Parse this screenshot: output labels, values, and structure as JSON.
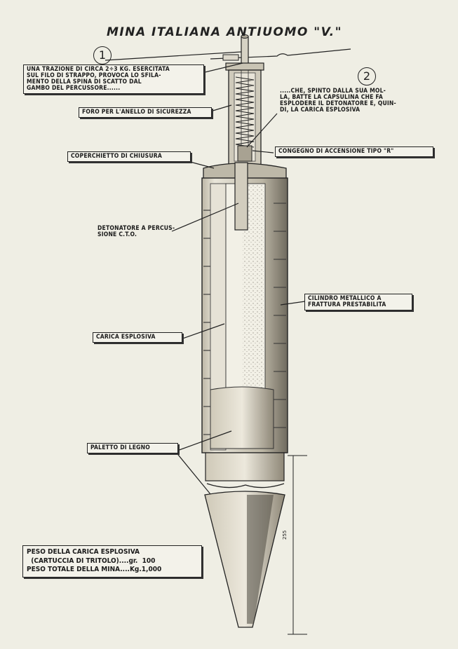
{
  "title": "MINA ITALIANA ANTIUOMO \"V.\"",
  "markers": [
    "1",
    "2"
  ],
  "labels": {
    "trazione": "UNA TRAZIONE DI CIRCA 2÷3 KG. ESERCITATA\nSUL FILO DI STRAPPO, PROVOCA LO SFILA-\nMENTO DELLA SPINA DI SCATTO DAL\nGAMBO DEL PERCUSSORE......",
    "foro": "FORO PER L'ANELLO  DI SICUREZZA",
    "molla": ".....CHE, SPINTO DALLA SUA MOL-\nLA, BATTE LA CAPSULINA CHE FA\nESPLODERE IL DETONATORE E, QUIN-\nDI, LA CARICA ESPLOSIVA",
    "coperchietto": "COPERCHIETTO DI CHIUSURA",
    "congegno": "CONGEGNO DI ACCENSIONE TIPO \"R\"",
    "detonatore": "DETONATORE A PERCUS-\nSIONE  C.T.O.",
    "cilindro": "CILINDRO METALLICO A\nFRATTURA PRESTABILITA",
    "carica": "CARICA ESPLOSIVA",
    "paletto": "PALETTO DI LEGNO"
  },
  "dimension": "255",
  "weights": {
    "line1": "PESO DELLA CARICA ESPLOSIVA",
    "line2": "  (CARTUCCIA DI TRITOLO)....gr.  100",
    "line3": "PESO TOTALE DELLA MINA....Kg.1,000"
  }
}
